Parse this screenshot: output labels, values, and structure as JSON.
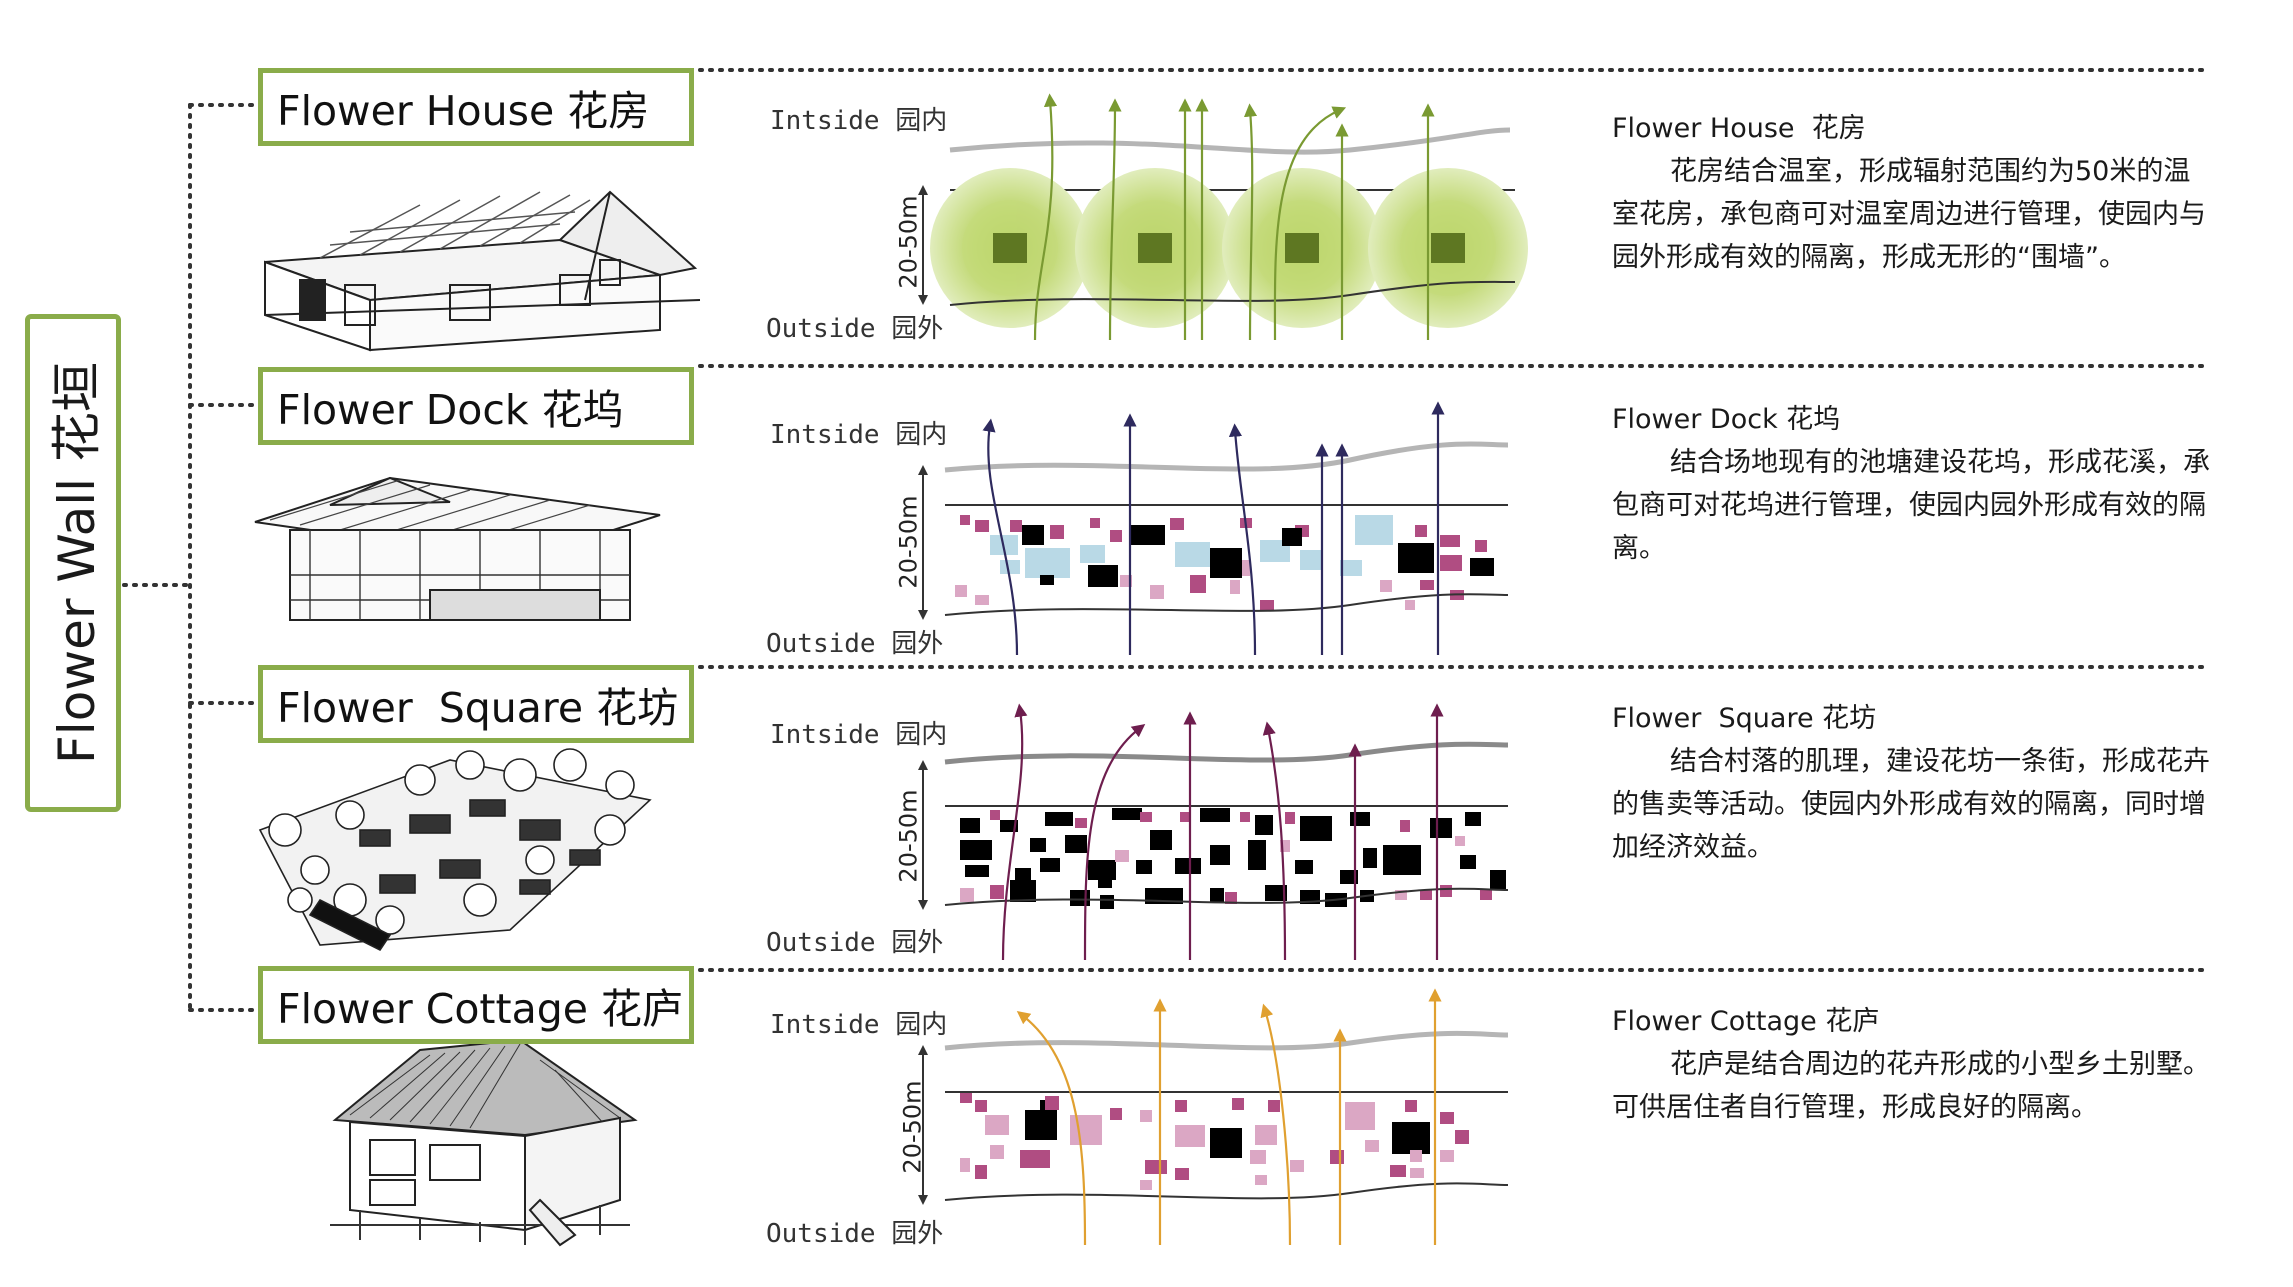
{
  "title": "Flower Wall 花垣",
  "colors": {
    "frame": "#8aac4a",
    "house_arrow": "#7a9a32",
    "dock_arrow": "#2e2a5e",
    "square_arrow": "#6e1e4e",
    "cottage_arrow": "#e0a030",
    "block_pink": "#b04d82",
    "block_lightblue": "#b9d9e6",
    "block_black": "#000000",
    "green_core": "#5e7722",
    "green_light": "#d7e6a6"
  },
  "rows": [
    {
      "name": "Flower House 花房",
      "inside_label": "Intside 园内",
      "outside_label": "Outside 园外",
      "depth_label": "20-50m",
      "desc_title": "Flower House  花房",
      "desc_body": "花房结合温室，形成辐射范围约为50米的温室花房，承包商可对温室周边进行管理，使园内与园外形成有效的隔离，形成无形的“围墙”。"
    },
    {
      "name": "Flower Dock 花坞",
      "inside_label": "Intside 园内",
      "outside_label": "Outside 园外",
      "depth_label": "20-50m",
      "desc_title": "Flower Dock 花坞",
      "desc_body": "结合场地现有的池塘建设花坞，形成花溪，承包商可对花坞进行管理，使园内园外形成有效的隔离。"
    },
    {
      "name": "Flower  Square 花坊",
      "inside_label": "Intside 园内",
      "outside_label": "Outside 园外",
      "depth_label": "20-50m",
      "desc_title": "Flower  Square 花坊",
      "desc_body": "结合村落的肌理，建设花坊一条街，形成花卉的售卖等活动。使园内外形成有效的隔离，同时增加经济效益。"
    },
    {
      "name": "Flower Cottage 花庐",
      "inside_label": "Intside 园内",
      "outside_label": "Outside 园外",
      "depth_label": "20-50m",
      "desc_title": "Flower Cottage 花庐",
      "desc_body": "花庐是结合周边的花卉形成的小型乡土别墅。可供居住者自行管理，形成良好的隔离。"
    }
  ]
}
